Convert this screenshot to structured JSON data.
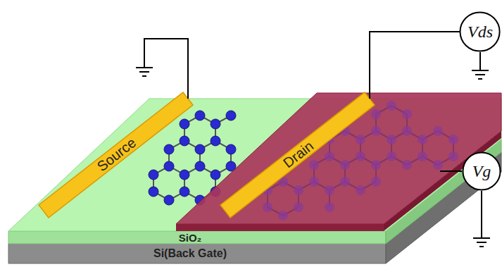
{
  "diagram": {
    "nodes": [
      {
        "text": [
          "Vds"
        ]
      },
      {
        "text": [
          "Vg"
        ]
      }
    ],
    "labels": [
      "Source",
      "Drain",
      "SiO₂",
      "Si(Back Gate)"
    ]
  }
}
